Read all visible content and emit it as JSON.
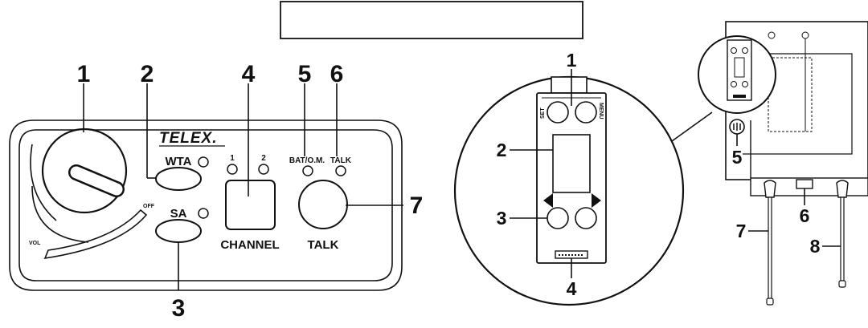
{
  "header": {
    "title_box_text": ""
  },
  "left_panel": {
    "brand": "TELEX.",
    "buttons": {
      "wta": "WTA",
      "sa": "SA",
      "talk": "TALK"
    },
    "channel": {
      "label": "CHANNEL",
      "led_1": "1",
      "led_2": "2"
    },
    "indicators": {
      "bat": "BAT/O.M.",
      "talk": "TALK"
    },
    "knob": {
      "vol": "VOL",
      "off": "OFF"
    },
    "callouts": [
      "1",
      "2",
      "3",
      "4",
      "5",
      "6",
      "7"
    ]
  },
  "detail_view": {
    "button_labels": {
      "set": "SET",
      "menu": "MENU"
    },
    "callouts": [
      "1",
      "2",
      "3",
      "4"
    ]
  },
  "side_view": {
    "callouts": [
      "5",
      "6",
      "7",
      "8"
    ]
  }
}
